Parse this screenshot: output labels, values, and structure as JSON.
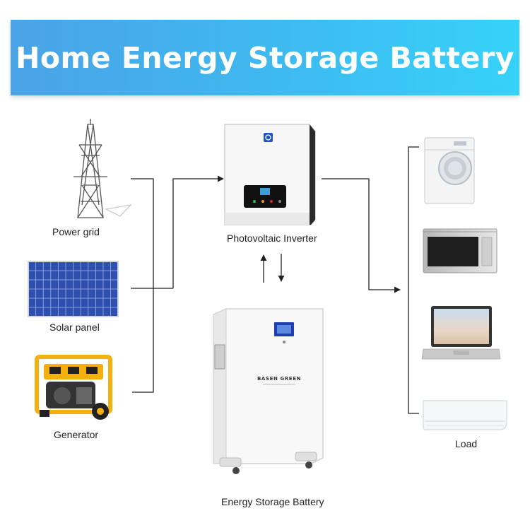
{
  "title": "Home Energy Storage Battery",
  "sources": [
    {
      "label": "Power grid",
      "icon": "power-tower-icon"
    },
    {
      "label": "Solar panel",
      "icon": "solar-panel-icon"
    },
    {
      "label": "Generator",
      "icon": "generator-icon"
    }
  ],
  "inverter": {
    "label": "Photovoltaic Inverter",
    "icon": "inverter-icon"
  },
  "battery": {
    "label": "Energy Storage Battery",
    "brand": "BASEN GREEN",
    "icon": "battery-cabinet-icon"
  },
  "loads": {
    "label": "Load",
    "items": [
      {
        "name": "washing-machine",
        "icon": "washing-machine-icon"
      },
      {
        "name": "microwave",
        "icon": "microwave-icon"
      },
      {
        "name": "laptop",
        "icon": "laptop-icon"
      },
      {
        "name": "air-conditioner",
        "icon": "air-conditioner-icon"
      }
    ]
  },
  "colors": {
    "banner_start": "#4aa3e6",
    "banner_end": "#36d2f8",
    "generator_yellow": "#f3b10f",
    "panel_blue": "#2e4fb0"
  }
}
